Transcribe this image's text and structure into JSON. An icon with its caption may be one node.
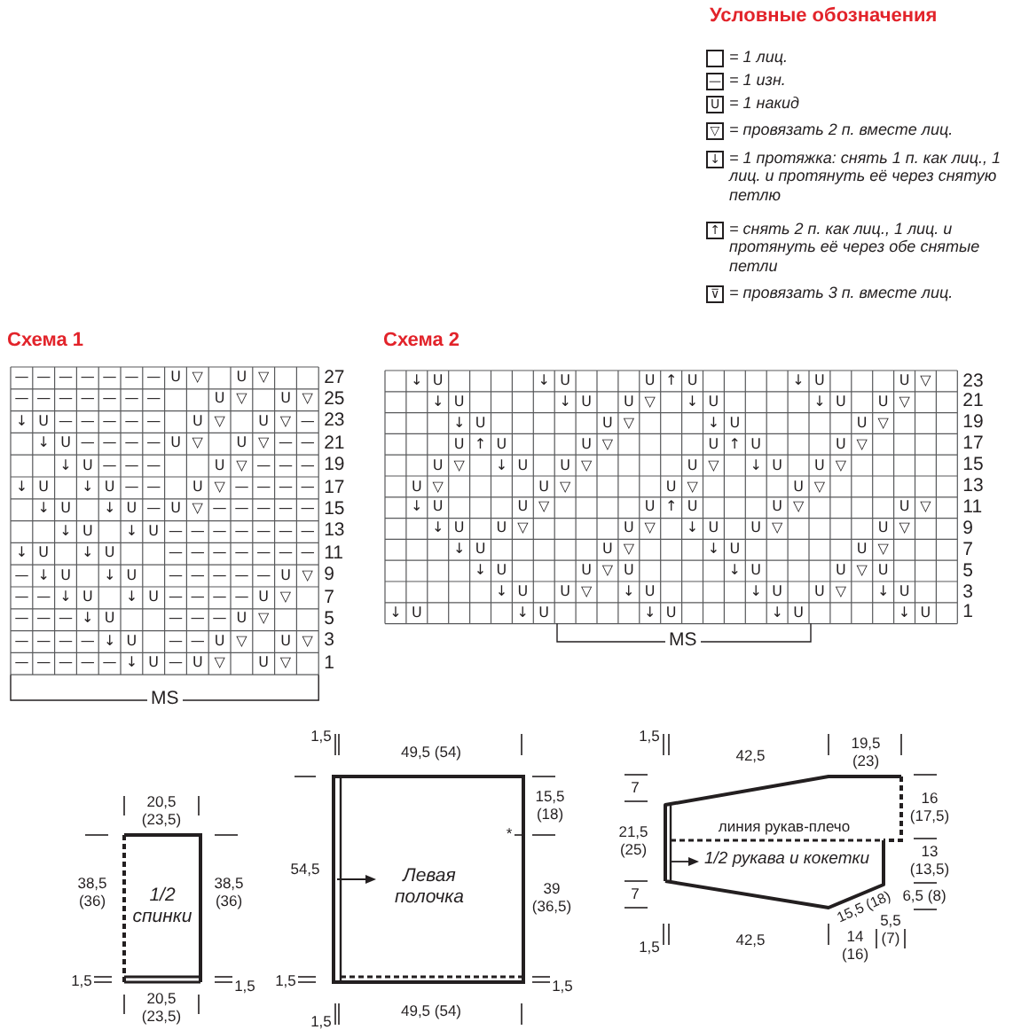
{
  "diagram": {
    "nodes": [
      {
        "text": [],
        "shape": "box",
        "beside": [
          "= 1 лиц."
        ]
      },
      {
        "text": [
          "—"
        ],
        "beside": [
          "= 1 изн."
        ]
      },
      {
        "text": [
          "U"
        ],
        "beside": [
          "= 1 накид"
        ]
      },
      {
        "text": [
          "▽"
        ],
        "beside": [
          "= провязать 2 п. вместе лиц."
        ]
      },
      {
        "text": [
          "↓"
        ],
        "beside": [
          "= 1 протяжка: снять 1 п. как лиц., 1 лиц. и протянуть её через снятую петлю"
        ]
      },
      {
        "text": [
          "↑"
        ],
        "beside": [
          "= снять 2 п. как лиц., 1 лиц. и протянуть её через обе снятые петли"
        ]
      },
      {
        "text": [
          "⊽"
        ],
        "beside": [
          "= провязать 3 п. вместе лиц."
        ]
      },
      {
        "text": [
          "1/2 спинки"
        ]
      },
      {
        "text": [
          "Левая полочка"
        ]
      },
      {
        "text": [
          "1/2 рукава и кокетки"
        ]
      }
    ],
    "labels": [
      "Условные обозначения",
      "Схема 1",
      "Схема 2",
      "—",
      "—",
      "—",
      "—",
      "—",
      "—",
      "—",
      "U",
      "▽",
      "U",
      "▽",
      "27",
      "—",
      "—",
      "—",
      "—",
      "—",
      "—",
      "—",
      "U",
      "▽",
      "U",
      "▽",
      "25",
      "↓",
      "U",
      "—",
      "—",
      "—",
      "—",
      "—",
      "U",
      "▽",
      "U",
      "▽",
      "—",
      "23",
      "↓",
      "U",
      "—",
      "—",
      "—",
      "—",
      "U",
      "▽",
      "U",
      "▽",
      "—",
      "—",
      "21",
      "↓",
      "U",
      "—",
      "—",
      "—",
      "U",
      "▽",
      "—",
      "—",
      "—",
      "19",
      "↓",
      "U",
      "↓",
      "U",
      "—",
      "—",
      "U",
      "▽",
      "—",
      "—",
      "—",
      "—",
      "17",
      "↓",
      "U",
      "↓",
      "U",
      "—",
      "U",
      "▽",
      "—",
      "—",
      "—",
      "—",
      "—",
      "15",
      "↓",
      "U",
      "↓",
      "U",
      "—",
      "—",
      "—",
      "—",
      "—",
      "—",
      "—",
      "13",
      "↓",
      "U",
      "↓",
      "U",
      "—",
      "—",
      "—",
      "—",
      "—",
      "—",
      "—",
      "11",
      "—",
      "↓",
      "U",
      "↓",
      "U",
      "—",
      "—",
      "—",
      "—",
      "—",
      "U",
      "▽",
      "9",
      "—",
      "—",
      "↓",
      "U",
      "↓",
      "U",
      "—",
      "—",
      "—",
      "—",
      "U",
      "▽",
      "7",
      "—",
      "—",
      "—",
      "↓",
      "U",
      "—",
      "—",
      "—",
      "U",
      "▽",
      "5",
      "—",
      "—",
      "—",
      "—",
      "↓",
      "U",
      "—",
      "—",
      "U",
      "▽",
      "U",
      "▽",
      "3",
      "—",
      "—",
      "—",
      "—",
      "—",
      "↓",
      "U",
      "—",
      "U",
      "▽",
      "U",
      "▽",
      "1",
      "MS",
      "↓",
      "U",
      "↓",
      "U",
      "U",
      "↑",
      "U",
      "↓",
      "U",
      "U",
      "▽",
      "23",
      "↓",
      "U",
      "↓",
      "U",
      "U",
      "▽",
      "↓",
      "U",
      "↓",
      "U",
      "U",
      "▽",
      "21",
      "↓",
      "U",
      "U",
      "▽",
      "↓",
      "U",
      "U",
      "▽",
      "19",
      "U",
      "↑",
      "U",
      "U",
      "▽",
      "U",
      "↑",
      "U",
      "U",
      "▽",
      "17",
      "U",
      "▽",
      "↓",
      "U",
      "U",
      "▽",
      "U",
      "▽",
      "↓",
      "U",
      "U",
      "▽",
      "15",
      "U",
      "▽",
      "U",
      "▽",
      "U",
      "▽",
      "U",
      "▽",
      "13",
      "↓",
      "U",
      "U",
      "▽",
      "U",
      "↑",
      "U",
      "U",
      "▽",
      "U",
      "▽",
      "11",
      "↓",
      "U",
      "U",
      "▽",
      "U",
      "▽",
      "↓",
      "U",
      "U",
      "▽",
      "U",
      "▽",
      "9",
      "↓",
      "U",
      "U",
      "▽",
      "↓",
      "U",
      "U",
      "▽",
      "7",
      "↓",
      "U",
      "U",
      "▽",
      "U",
      "↓",
      "U",
      "U",
      "▽",
      "U",
      "5",
      "↓",
      "U",
      "U",
      "▽",
      "↓",
      "U",
      "↓",
      "U",
      "U",
      "▽",
      "↓",
      "U",
      "3",
      "↓",
      "U",
      "↓",
      "U",
      "↓",
      "U",
      "↓",
      "U",
      "↓",
      "U",
      "1",
      "MS",
      "20,5 (23,5)",
      "38,5 (36)",
      "38,5 (36)",
      "1,5",
      "1,5",
      "20,5 (23,5)",
      "1,5",
      "49,5 (54)",
      "15,5 (18)",
      "54,5",
      "*",
      "39 (36,5)",
      "1,5",
      "1,5",
      "1,5",
      "49,5 (54)",
      "1,5",
      "42,5",
      "19,5 (23)",
      "7",
      "16 (17,5)",
      "линия рукав-плечо",
      "21,5 (25)",
      "13 (13,5)",
      "7",
      "6,5 (8)",
      "15,5 (18)",
      "14 (16)",
      "5,5 (7)",
      "1,5",
      "42,5"
    ]
  }
}
